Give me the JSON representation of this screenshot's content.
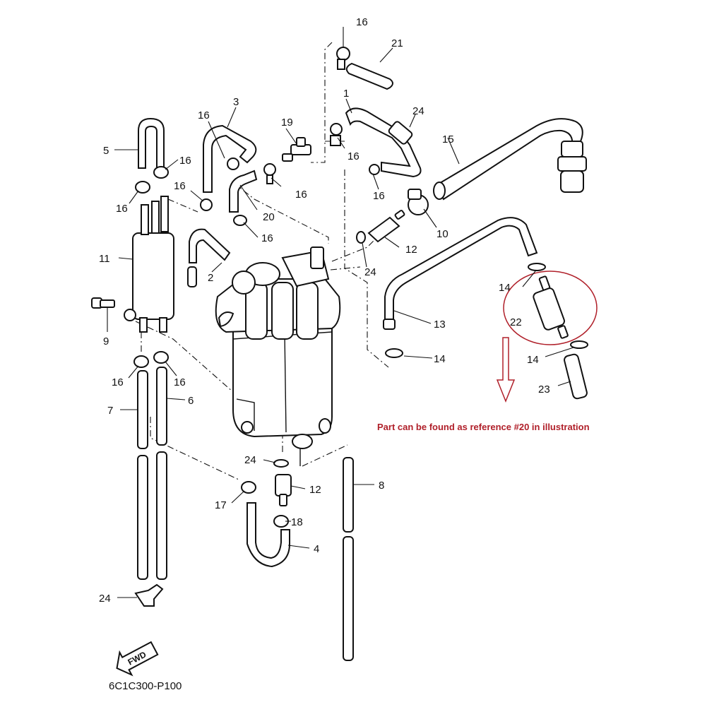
{
  "diagram": {
    "drawing_code": "6C1C300-P100",
    "note": "Part can be found as reference #20 in illustration",
    "fwd_label": "FWD",
    "highlight_color": "#b0202a",
    "callouts": [
      "1",
      "2",
      "3",
      "4",
      "5",
      "6",
      "7",
      "8",
      "9",
      "10",
      "11",
      "12",
      "12",
      "13",
      "14",
      "14",
      "14",
      "15",
      "16",
      "16",
      "16",
      "16",
      "16",
      "16",
      "16",
      "16",
      "16",
      "16",
      "16",
      "17",
      "18",
      "19",
      "20",
      "21",
      "22",
      "23",
      "24",
      "24"
    ]
  }
}
